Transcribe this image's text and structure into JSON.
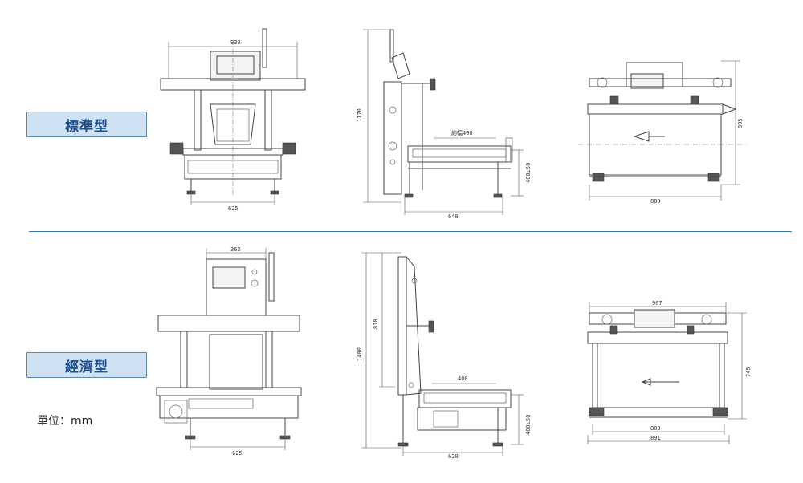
{
  "standard": {
    "label": "標準型",
    "front": {
      "top_width": "930",
      "base_width": "625"
    },
    "side": {
      "height": "1170",
      "conveyor_width": "約幅400",
      "conveyor_height": "400±50",
      "depth": "640"
    },
    "top": {
      "depth": "895",
      "width": "880"
    }
  },
  "economy": {
    "label": "經濟型",
    "front": {
      "top_width": "362",
      "base_width": "625"
    },
    "side": {
      "upper_height": "810",
      "height": "1400",
      "conveyor_width": "400",
      "conveyor_height": "400±50",
      "depth": "620"
    },
    "top": {
      "top_width": "907",
      "depth": "745",
      "inner_width": "800",
      "outer_width": "891"
    }
  },
  "unit_label": "單位：mm",
  "colors": {
    "label_bg": "#cfe2f3",
    "label_text": "#1f4e8c",
    "divider": "#3b74b8"
  }
}
